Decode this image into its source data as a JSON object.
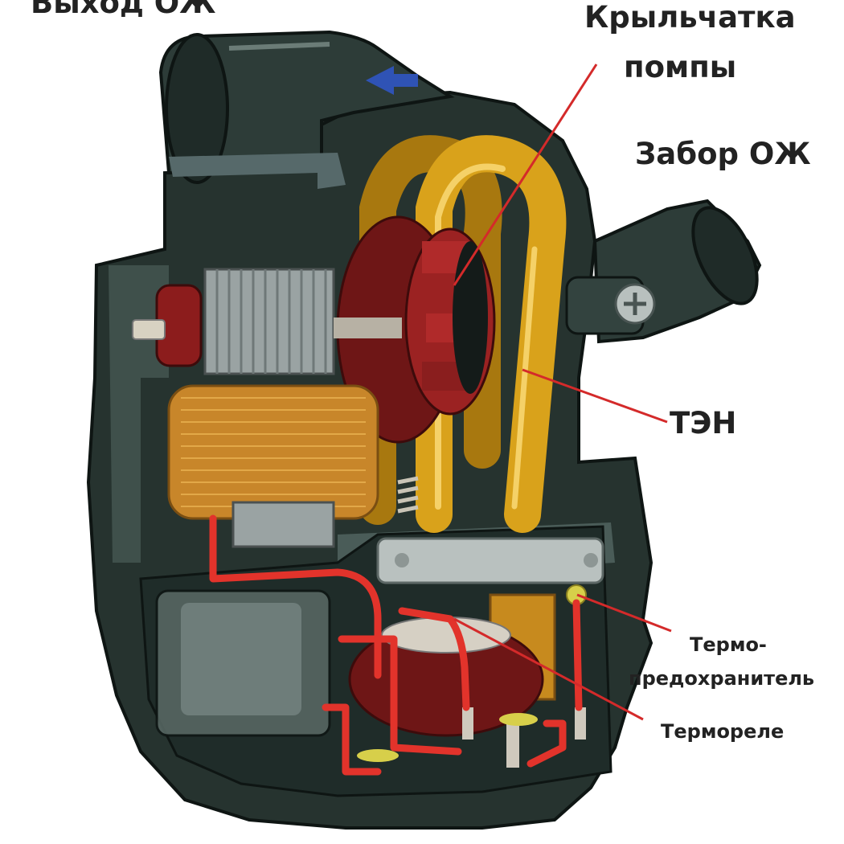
{
  "labels": {
    "coolant_outlet": "Выход ОЖ",
    "pump_impeller_line1": "Крыльчатка",
    "pump_impeller_line2": "помпы",
    "coolant_inlet": "Забор ОЖ",
    "heating_element": "ТЭН",
    "thermal_fuse_line1": "Термо-",
    "thermal_fuse_line2": "предохранитель",
    "thermal_relay": "Термореле"
  },
  "colors": {
    "housing": "#2a3a36",
    "housing_light": "#4d5f5a",
    "heating_element": "#d9a21b",
    "impeller": "#8a1e1e",
    "wire": "#e2332b",
    "callout_line": "#d42a2a",
    "coil": "#c8862a",
    "motor_core": "#9aa3a3"
  },
  "icons": {
    "flow_arrow": "blue-flow-arrow-icon",
    "screw": "phillips-screw-icon"
  }
}
